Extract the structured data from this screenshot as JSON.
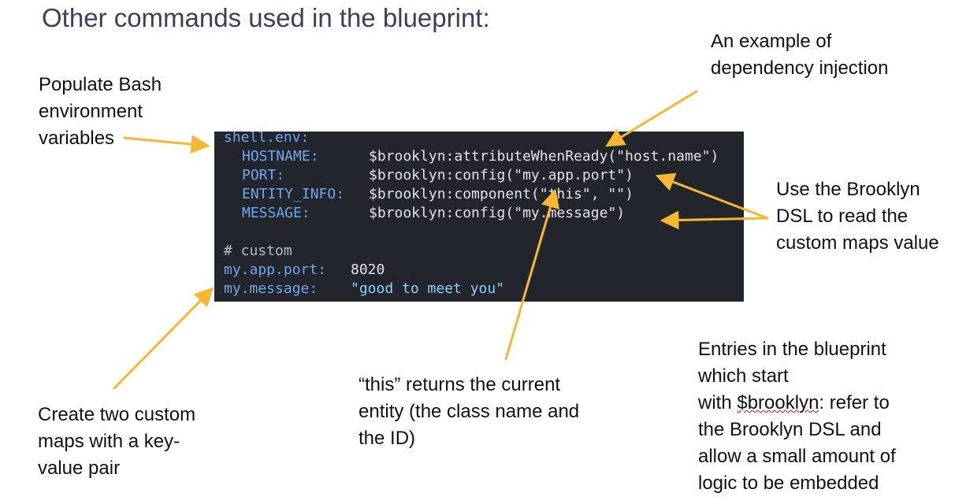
{
  "title": "Other commands used in the blueprint:",
  "notes": {
    "populate_bash": [
      "Populate Bash",
      "environment",
      "variables"
    ],
    "dependency_injection": [
      "An example of",
      "dependency injection"
    ],
    "brooklyn_dsl_read": [
      "Use the Brooklyn",
      "DSL to read the",
      "custom maps value"
    ],
    "custom_maps": [
      "Create two custom",
      "maps with a key-",
      "value pair"
    ],
    "this_returns": [
      "“this” returns the current",
      "entity (the class name and",
      "the ID)"
    ],
    "entries": {
      "line1": "Entries in the blueprint",
      "line2": "which start",
      "line3_prefix": "with ",
      "line3_squiggle": "$brooklyn",
      "line3_suffix": ": refer to",
      "line4": "the Brooklyn DSL and",
      "line5": "allow a small amount of",
      "line6": "logic to be embedded"
    }
  },
  "code": {
    "l1_key": "shell.env:",
    "l2_key": "HOSTNAME:",
    "l2_val": "$brooklyn:attributeWhenReady(\"host.name\")",
    "l3_key": "PORT:",
    "l3_val": "$brooklyn:config(\"my.app.port\")",
    "l4_key": "ENTITY_INFO:",
    "l4_val": "$brooklyn:component(\"this\", \"\")",
    "l5_key": "MESSAGE:",
    "l5_val": "$brooklyn:config(\"my.message\")",
    "l6_comment": "# custom",
    "l7_key": "my.app.port:",
    "l7_val": "8020",
    "l8_key": "my.message:",
    "l8_val": "\"good to meet you\""
  },
  "colors": {
    "arrow": "#f7b731",
    "title": "#3a4159",
    "code_bg": "#22252b"
  }
}
